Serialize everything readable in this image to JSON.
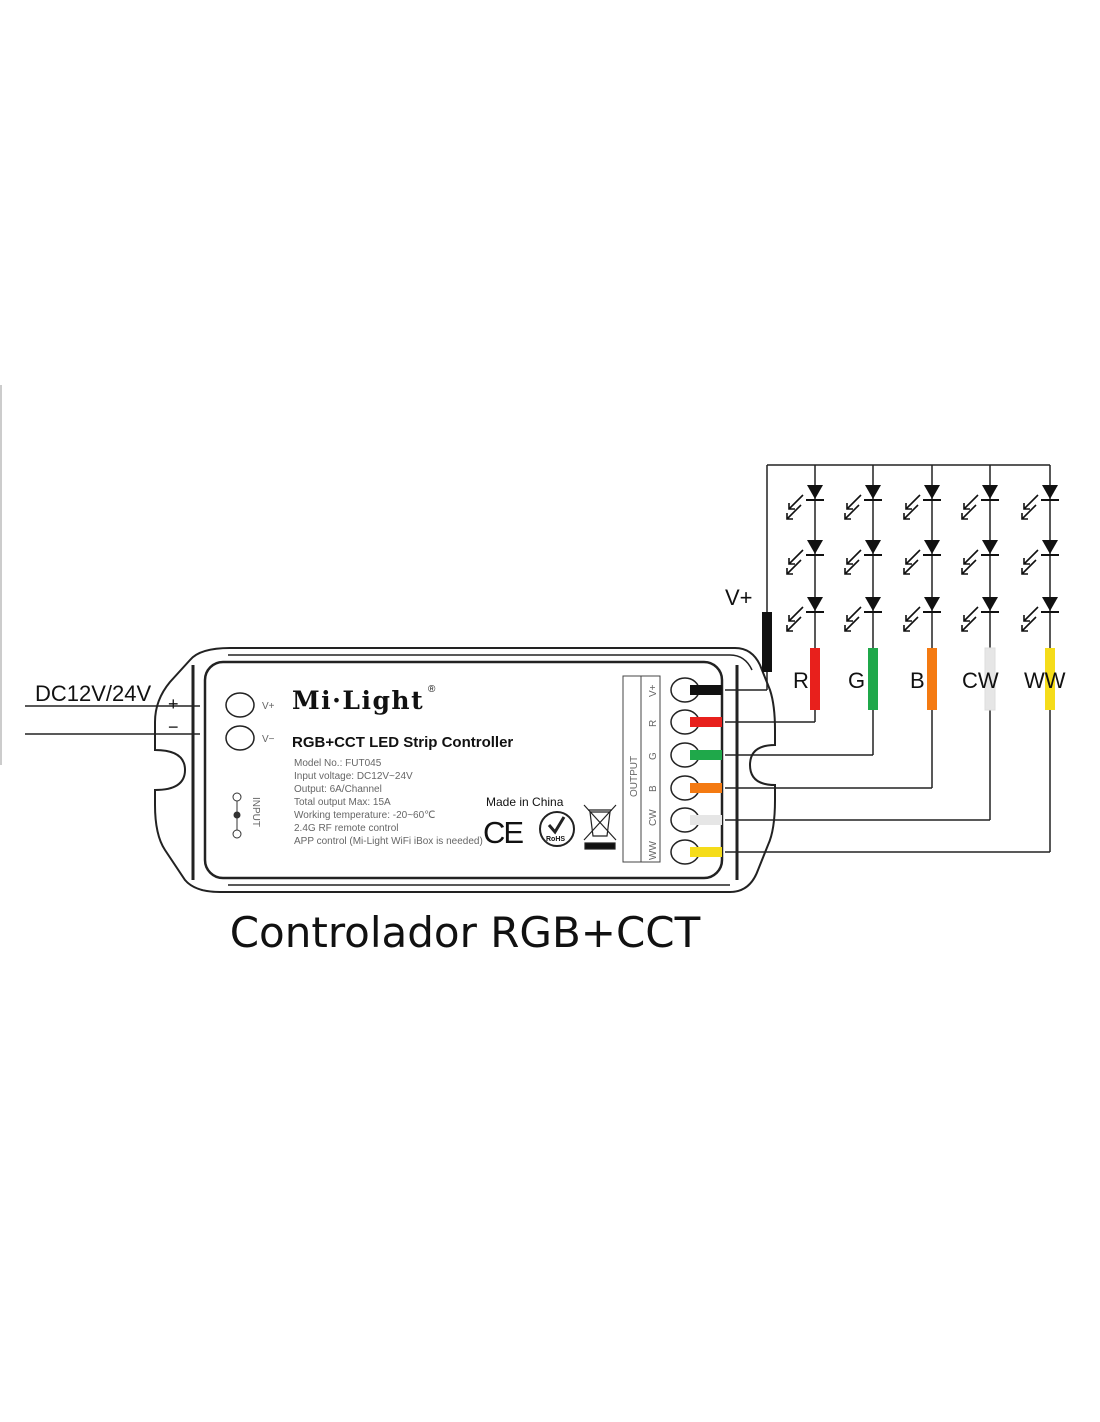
{
  "input": {
    "label": "DC12V/24V",
    "plus": "+",
    "minus": "−"
  },
  "device": {
    "brand": "Mi·Light",
    "registered": "®",
    "title": "RGB+CCT LED Strip Controller",
    "specs": [
      "Model No.: FUT045",
      "Input voltage: DC12V~24V",
      "Output: 6A/Channel",
      "Total output Max: 15A",
      "Working temperature: -20~60℃",
      "2.4G RF remote control",
      "APP control (Mi-Light WiFi iBox is needed)"
    ],
    "made_in": "Made in China",
    "ce": "CE",
    "rohs": "RoHS",
    "vplus": "V+",
    "vminus": "V−",
    "input_label": "INPUT",
    "output_label": "OUTPUT",
    "terminals": [
      "V+",
      "R",
      "G",
      "B",
      "CW",
      "WW"
    ]
  },
  "strip": {
    "vplus_label": "V+",
    "channels": [
      {
        "label": "R",
        "color": "#e8201c"
      },
      {
        "label": "G",
        "color": "#1fa84a"
      },
      {
        "label": "B",
        "color": "#f47a12"
      },
      {
        "label": "CW",
        "color": "#e6e6e6"
      },
      {
        "label": "WW",
        "color": "#f5dc1a"
      }
    ]
  },
  "caption": "Controlador RGB+CCT"
}
